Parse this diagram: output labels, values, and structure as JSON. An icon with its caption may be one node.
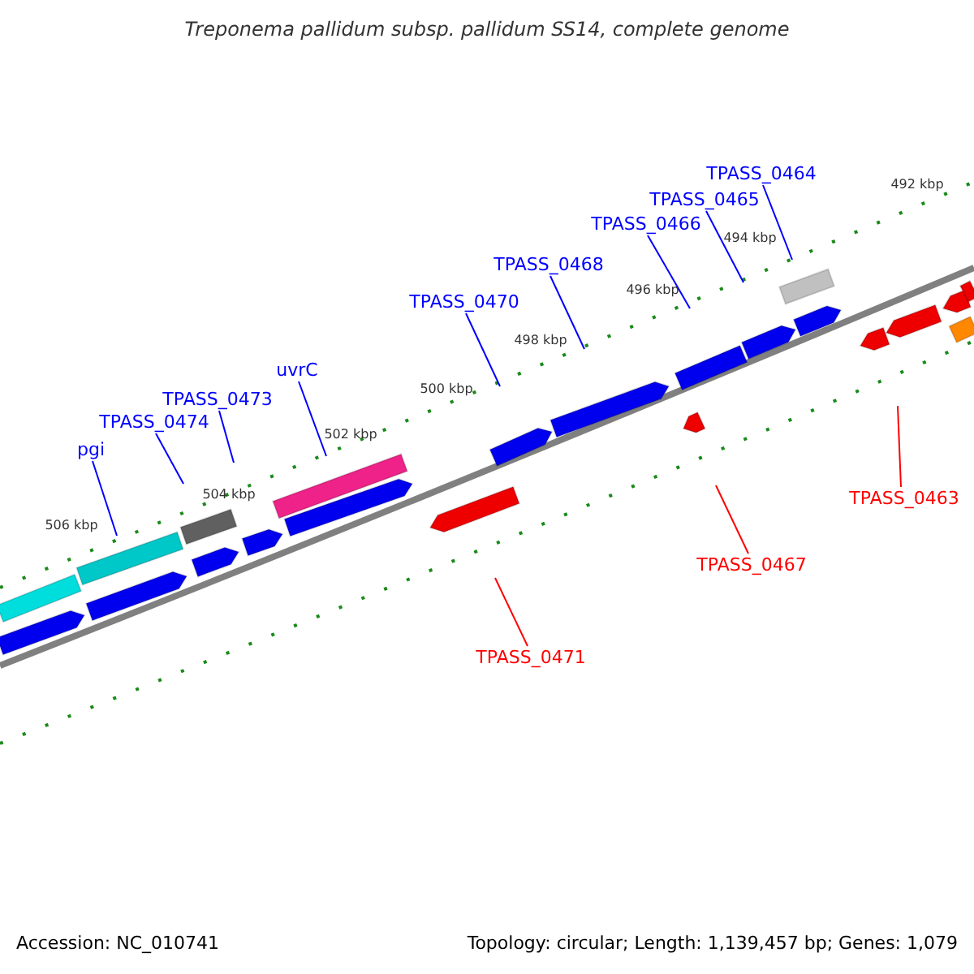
{
  "diagram": {
    "title": "Treponema pallidum subsp. pallidum SS14, complete genome",
    "nodes": [
      {
        "text": [
          "TPASS_0464"
        ]
      },
      {
        "text": [
          "TPASS_0465"
        ]
      },
      {
        "text": [
          "TPASS_0466"
        ]
      },
      {
        "text": [
          "TPASS_0468"
        ]
      },
      {
        "text": [
          "TPASS_0470"
        ]
      },
      {
        "text": [
          "uvrC"
        ]
      },
      {
        "text": [
          "TPASS_0473"
        ]
      },
      {
        "text": [
          "TPASS_0474"
        ]
      },
      {
        "text": [
          "pgi"
        ]
      },
      {
        "text": [
          "TPASS_0463"
        ]
      },
      {
        "text": [
          "TPASS_0467"
        ]
      },
      {
        "text": [
          "TPASS_0471"
        ]
      }
    ],
    "edges": [
      {
        "from": 0,
        "to": null,
        "arrow": "none"
      },
      {
        "from": 1,
        "to": null,
        "arrow": "none"
      },
      {
        "from": 2,
        "to": null,
        "arrow": "none"
      },
      {
        "from": 3,
        "to": null,
        "arrow": "none"
      },
      {
        "from": 4,
        "to": null,
        "arrow": "none"
      },
      {
        "from": 5,
        "to": null,
        "arrow": "none"
      },
      {
        "from": 6,
        "to": null,
        "arrow": "none"
      },
      {
        "from": 7,
        "to": null,
        "arrow": "none"
      },
      {
        "from": 8,
        "to": null,
        "arrow": "none"
      },
      {
        "from": 9,
        "to": null,
        "arrow": "none",
        "color": "#ff0000"
      },
      {
        "from": 10,
        "to": null,
        "arrow": "none",
        "color": "#ff0000"
      },
      {
        "from": 11,
        "to": null,
        "arrow": "none",
        "color": "#ff0000"
      }
    ],
    "labels": [
      "492 kbp",
      "494 kbp",
      "496 kbp",
      "498 kbp",
      "500 kbp",
      "502 kbp",
      "504 kbp",
      "506 kbp",
      "Accession: NC_010741",
      "Topology: circular; Length: 1,139,457 bp; Genes: 1,079"
    ]
  }
}
